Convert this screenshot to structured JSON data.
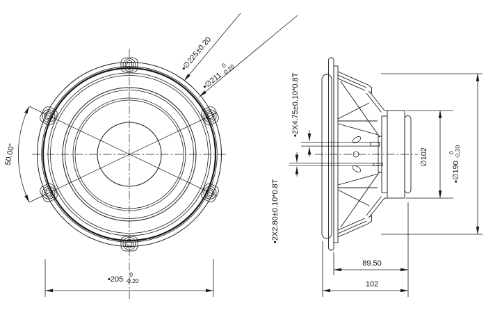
{
  "drawing": {
    "title": "loudspeaker-driver-engineering-drawing",
    "colors": {
      "line": "#1a1a1a",
      "background": "#ffffff"
    },
    "labels": {
      "outer_diameter": "▪∅225±0.20",
      "gasket_diameter": {
        "prefix": "▪∅211",
        "tol_top": "0",
        "tol_bottom": "-0.20"
      },
      "hole_angle": "50.00°",
      "square_size": {
        "prefix": "▪205",
        "tol_top": "0",
        "tol_bottom": "-0.20"
      },
      "terminal_upper": "▪2X4.75±0.10*0.8T",
      "terminal_lower": "▪2X2.80±0.10*0.8T",
      "magnet_diameter": "∅102",
      "basket_diameter": {
        "prefix": "▪∅190",
        "tol_top": "0",
        "tol_bottom": "-0.30"
      },
      "depth_mounting": "89.50",
      "depth_total": "102"
    }
  }
}
